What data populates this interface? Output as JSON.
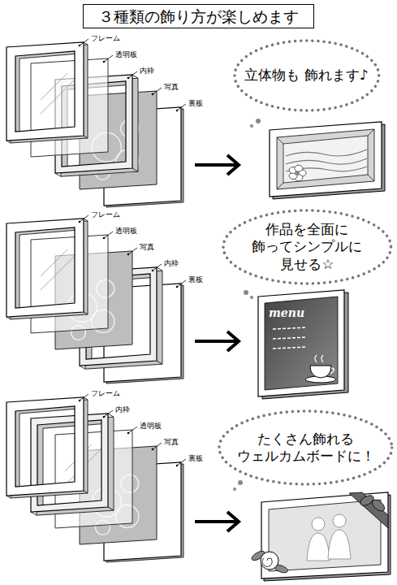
{
  "diagram": {
    "title": "３種類の飾り方が楽しめます",
    "nodes": [
      {
        "text": [
          "立体物も 飾れます♪"
        ]
      },
      {
        "text": [
          "作品を全面に 飾ってシンプルに 見せる☆"
        ]
      },
      {
        "text": [
          "たくさん飾れる ウェルカムボードに！"
        ]
      }
    ],
    "labels": [
      "フレーム",
      "透明板",
      "内枠",
      "写真",
      "裏板",
      "フレーム",
      "透明板",
      "写真",
      "内枠",
      "裏板",
      "フレーム",
      "内枠",
      "透明板",
      "写真",
      "裏板",
      "menu"
    ]
  }
}
